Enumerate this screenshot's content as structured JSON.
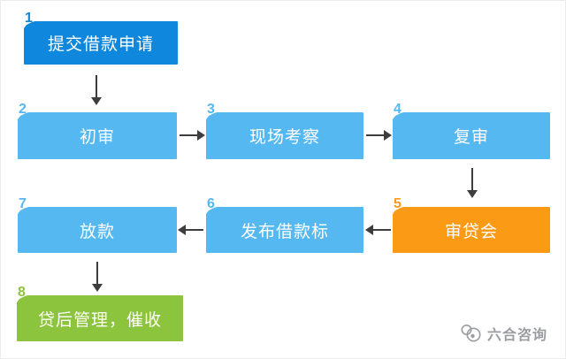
{
  "colors": {
    "step_blue": "#0e87dc",
    "step_light_blue": "#55b8f1",
    "step_orange": "#fb9a14",
    "step_green": "#8cc43d",
    "arrow_gray": "#3d3d3d",
    "watermark_gray": "#83848a"
  },
  "flow": {
    "steps": [
      {
        "num": "1",
        "label": "提交借款申请"
      },
      {
        "num": "2",
        "label": "初审"
      },
      {
        "num": "3",
        "label": "现场考察"
      },
      {
        "num": "4",
        "label": "复审"
      },
      {
        "num": "5",
        "label": "审贷会"
      },
      {
        "num": "6",
        "label": "发布借款标"
      },
      {
        "num": "7",
        "label": "放款"
      },
      {
        "num": "8",
        "label": "贷后管理，催收"
      }
    ]
  },
  "watermark": {
    "brand": "六合咨询"
  }
}
